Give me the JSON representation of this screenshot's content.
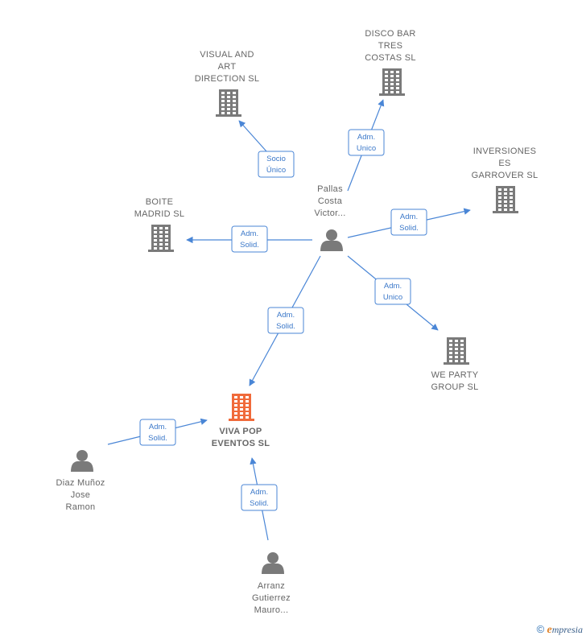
{
  "nodes": {
    "visual_art": {
      "type": "company",
      "lines": [
        "VISUAL AND",
        "ART",
        "DIRECTION  SL"
      ]
    },
    "disco_bar": {
      "type": "company",
      "lines": [
        "DISCO BAR",
        "TRES",
        "COSTAS SL"
      ]
    },
    "inversiones": {
      "type": "company",
      "lines": [
        "INVERSIONES",
        "ES",
        "GARROVER  SL"
      ]
    },
    "boite": {
      "type": "company",
      "lines": [
        "BOITE",
        "MADRID  SL"
      ]
    },
    "we_party": {
      "type": "company",
      "lines": [
        "WE PARTY",
        "GROUP SL"
      ]
    },
    "viva_pop": {
      "type": "company",
      "highlight": true,
      "lines": [
        "VIVA POP",
        "EVENTOS  SL"
      ]
    },
    "pallas": {
      "type": "person",
      "lines": [
        "Pallas",
        "Costa",
        "Victor..."
      ]
    },
    "diaz": {
      "type": "person",
      "lines": [
        "Diaz Muñoz",
        "Jose",
        "Ramon"
      ]
    },
    "arranz": {
      "type": "person",
      "lines": [
        "Arranz",
        "Gutierrez",
        "Mauro..."
      ]
    }
  },
  "edges": [
    {
      "from": "pallas",
      "to": "visual_art",
      "label": [
        "Socio",
        "Único"
      ]
    },
    {
      "from": "pallas",
      "to": "disco_bar",
      "label": [
        "Adm.",
        "Unico"
      ]
    },
    {
      "from": "pallas",
      "to": "inversiones",
      "label": [
        "Adm.",
        "Solid."
      ]
    },
    {
      "from": "pallas",
      "to": "boite",
      "label": [
        "Adm.",
        "Solid."
      ]
    },
    {
      "from": "pallas",
      "to": "we_party",
      "label": [
        "Adm.",
        "Unico"
      ]
    },
    {
      "from": "pallas",
      "to": "viva_pop",
      "label": [
        "Adm.",
        "Solid."
      ]
    },
    {
      "from": "diaz",
      "to": "viva_pop",
      "label": [
        "Adm.",
        "Solid."
      ]
    },
    {
      "from": "arranz",
      "to": "viva_pop",
      "label": [
        "Adm.",
        "Solid."
      ]
    }
  ],
  "colors": {
    "company": "#7a7a7a",
    "company_highlight": "#f06a3a",
    "person": "#7a7a7a",
    "edge": "#4a86d6"
  },
  "footer": {
    "copyright_symbol": "©",
    "brand_initial": "e",
    "brand_rest": "mpresia"
  }
}
